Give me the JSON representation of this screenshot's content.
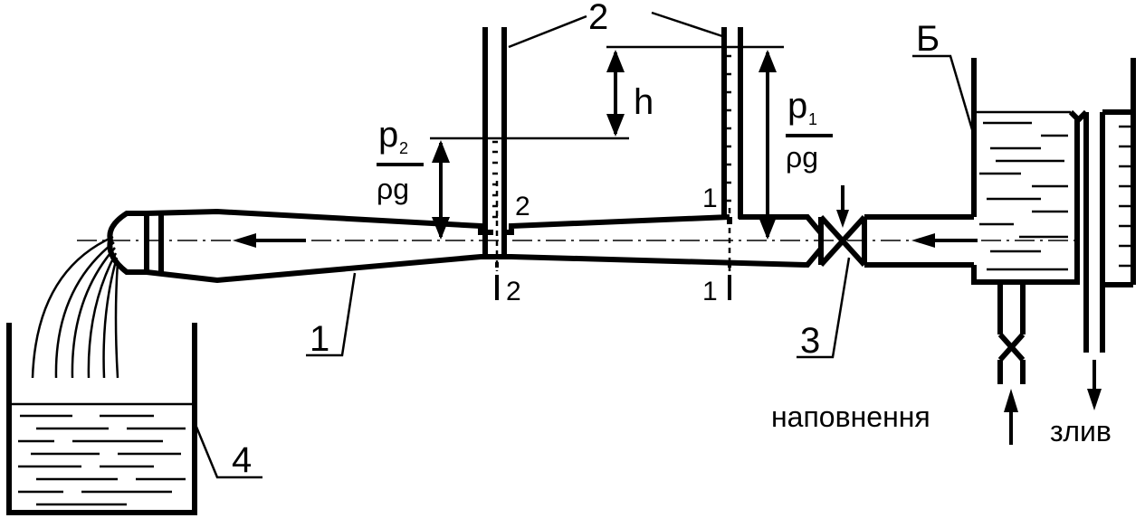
{
  "labels": {
    "tube_callout": "2",
    "h": "h",
    "p1_num": "p",
    "p1_sub": "1",
    "p1_den": "ρg",
    "p2_num": "p",
    "p2_sub": "2",
    "p2_den": "ρg",
    "section2_top": "2",
    "section1_top": "1",
    "section2_bottom": "2",
    "section1_bottom": "1",
    "pipe_callout": "1",
    "valve_callout": "3",
    "receiver_callout": "4",
    "tank_callout": "Б",
    "fill": "наповнення",
    "drain": "злив"
  },
  "colors": {
    "ink": "#000000",
    "background": "#ffffff"
  }
}
